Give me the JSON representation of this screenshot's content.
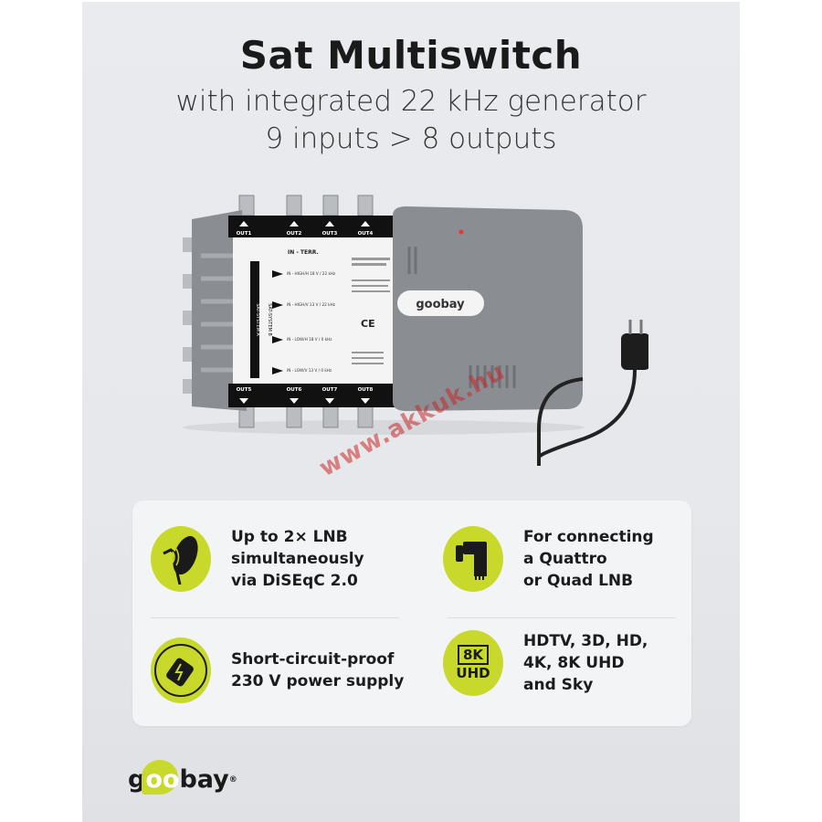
{
  "header": {
    "title": "Sat Multiswitch",
    "subtitle_1": "with integrated 22 kHz generator",
    "subtitle_2": "9 inputs > 8 outputs"
  },
  "device": {
    "outputs_top": [
      "OUT1",
      "OUT2",
      "OUT3",
      "OUT4"
    ],
    "outputs_bottom": [
      "OUT5",
      "OUT6",
      "OUT7",
      "OUT8"
    ],
    "terr_label": "IN - TERR.",
    "inputs": [
      "IN - HIGH/H 18 V / 22 kHz",
      "IN - HIGH/V 13 V / 22 kHz",
      "IN - LOW/H 18 V / 0 kHz",
      "IN - LOW/V 13 V / 0 kHz"
    ],
    "system_a": "SAT-SYSTEM A",
    "system_b": "SAT-SYSTEM B",
    "brand": "goobay"
  },
  "watermark": "www.akkuk.hu",
  "features": [
    {
      "icon": "satellite-dish-icon",
      "lines": [
        "Up to 2× LNB",
        "simultaneously",
        "via DiSEqC 2.0"
      ]
    },
    {
      "icon": "quad-lnb-icon",
      "lines": [
        "For connecting",
        "a Quattro",
        "or Quad LNB"
      ]
    },
    {
      "icon": "power-supply-icon",
      "lines": [
        "Short-circuit-proof",
        "230 V power supply"
      ]
    },
    {
      "icon": "8k-uhd-icon",
      "badge_top": "8K",
      "badge_bottom": "UHD",
      "lines": [
        "HDTV, 3D, HD,",
        "4K, 8K UHD",
        "and Sky"
      ]
    }
  ],
  "footer": {
    "logo_prefix": "g",
    "logo_oo": "oo",
    "logo_suffix": "bay",
    "registered": "®"
  },
  "colors": {
    "accent": "#c8d92c",
    "device": "#8a8d92",
    "text": "#1a1a1a"
  }
}
